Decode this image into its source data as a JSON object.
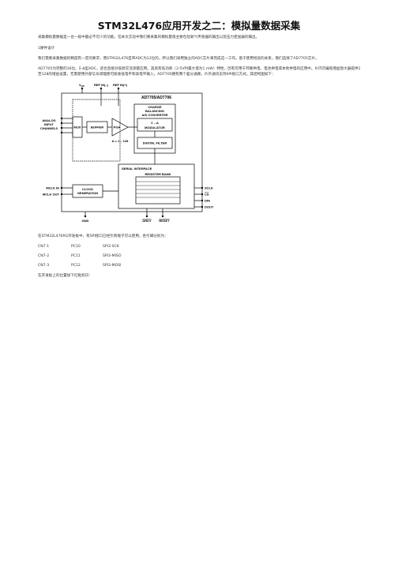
{
  "doc": {
    "title": "STM32L476应用开发之二：模拟量数据采集",
    "intro": "采集模拟量数据是一台一般中最必不可少的功能。在本文实验中我们要采集的模拟量值主要包括氧气传感器的输出以及压力变送器的输出。",
    "section_heading": "1硬件设计",
    "para1": "我们需要采集数据的精度有一定的要求，而STM32L476自带ADC为12位的，所以我们采用独立的ADC芯片来完成这一工作。基于使用经验的关系，我们选择了AD7705芯片。",
    "para2": "AD7705为完整的16位、Σ-Δ型ADC，适合直接对低频交流测量应用。其具有低功耗（3.5V时最大值为1 mW）特性，因有可用于环路供电、电池供电或本地供电的应用中。片内可编程增益放大器提供1至128的增益设置，无需使用外部信号调理便可接收低电平和高电平输入。AD7705拥有两个差分通路，片外通讯支持SPI接口方式。其结构图如下：",
    "para3": "在STM32L476RG开发板中，有SPI接口已经引到端子可以使用。各引脚分别为：",
    "pins": [
      {
        "conn": "CN7-1",
        "port": "PC10",
        "fn": "SPI3-SCK"
      },
      {
        "conn": "CN7-2",
        "port": "PC11",
        "fn": "SPI3-MISO"
      },
      {
        "conn": "CN7-3",
        "port": "PC12",
        "fn": "SPI3-MOSI"
      }
    ],
    "para4": "在开发板上的位置如下红框标识："
  },
  "diagram": {
    "chip_name": "AD7705/AD7706",
    "vdd": "V",
    "vdd_sub": "DD",
    "ref_minus": "REF IN(–)",
    "ref_plus": "REF IN(+)",
    "analog_input_label": [
      "ANALOG",
      "INPUT",
      "CHANNELS"
    ],
    "mux": "MUX",
    "buffer": "BUFFER",
    "pga": "PGA",
    "gain": "A = 1 – 128",
    "charge_block": [
      "CHARGE",
      "BALANCING",
      "A/D CONVERTER"
    ],
    "sigma_delta": "Σ – Δ",
    "modulator": "MODULATOR",
    "digital_filter": "DIGITAL FILTER",
    "serial_interface": "SERIAL INTERFACE",
    "register_bank": "REGISTER BANK",
    "clock_gen": [
      "CLOCK",
      "GENERATION"
    ],
    "mclk_in": "MCLK IN",
    "mclk_out": "MCLK OUT",
    "sclk": "SCLK",
    "cs": "CS",
    "din": "DIN",
    "dout": "DOUT",
    "gnd": "GND",
    "drdy": "DRDY",
    "reset": "RESET"
  }
}
